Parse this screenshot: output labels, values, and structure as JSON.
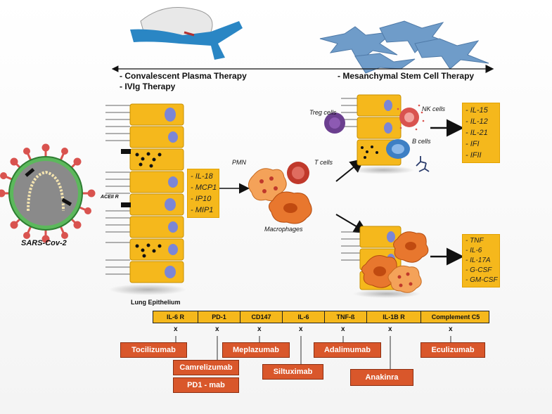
{
  "therapies": {
    "left_line1": "- Convalescent Plasma Therapy",
    "left_line2": "- IVIg Therapy",
    "right_line1": "- Mesanchymal Stem Cell Therapy"
  },
  "virus_label": "SARS-Cov-2",
  "receptor_label": "ACEII R",
  "epithelium_label": "Lung Epithelium",
  "early_cytokines": [
    "- IL-18",
    "- MCP1",
    "- IP10",
    "- MIP1"
  ],
  "immune_cells": {
    "pmn": "PMN",
    "t_cells": "T cells",
    "macrophages": "Macrophages",
    "treg": "Treg cells",
    "nk": "NK cells",
    "b_cells": "B cells"
  },
  "cytokines_upper": [
    "- IL-15",
    "- IL-12",
    "- IL-21",
    "- IFI",
    "- IFII"
  ],
  "cytokines_lower": [
    "- TNF",
    "- IL-6",
    "- IL-17A",
    "- G-CSF",
    "- GM-CSF"
  ],
  "targets": [
    "IL-6 R",
    "PD-1",
    "CD147",
    "IL-6",
    "TNF-ß",
    "IL-1B R",
    "Complement C5"
  ],
  "target_marker": "x",
  "drugs": [
    "Tocilizumab",
    "Camrelizumab",
    "PD1 - mab",
    "Meplazumab",
    "Siltuximab",
    "Adalimumab",
    "Anakinra",
    "Eculizumab"
  ],
  "colors": {
    "cell_yellow": "#f5b81c",
    "nucleus_blue": "#7b86d6",
    "drug_orange": "#d9572b",
    "virus_spike": "#d9534f",
    "virus_membrane": "#5cb85c",
    "bag_blue": "#2a86c4",
    "stem_cell_blue": "#6f9cc9",
    "treg_purple": "#6b3f8f",
    "t_cell_red": "#c0392b"
  },
  "icons": [
    "plasma-bag-icon",
    "stem-cells-icon",
    "virus-icon",
    "antibody-icon"
  ]
}
